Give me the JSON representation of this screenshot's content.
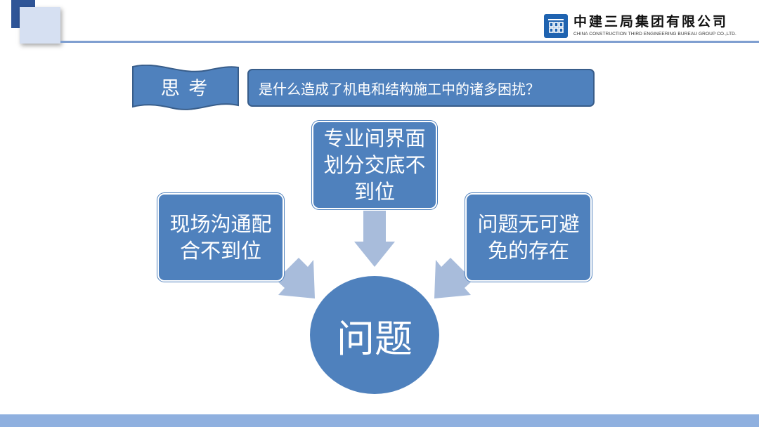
{
  "header": {
    "company_cn": "中建三局集团有限公司",
    "company_en": "CHINA CONSTRUCTION THIRD ENGINEERING BUREAU GROUP CO.,LTD."
  },
  "banner": {
    "label": "思  考",
    "question": "是什么造成了机电和结构施工中的诸多困扰？"
  },
  "diagram": {
    "causes": {
      "top": "专业间界面划分交底不到位",
      "left": "现场沟通配合不到位",
      "right": "问题无可避免的存在"
    },
    "center": "问题"
  },
  "colors": {
    "node_fill": "#4f81bd",
    "arrow_fill": "#a8bcdb",
    "accent_dark": "#2f5597"
  }
}
